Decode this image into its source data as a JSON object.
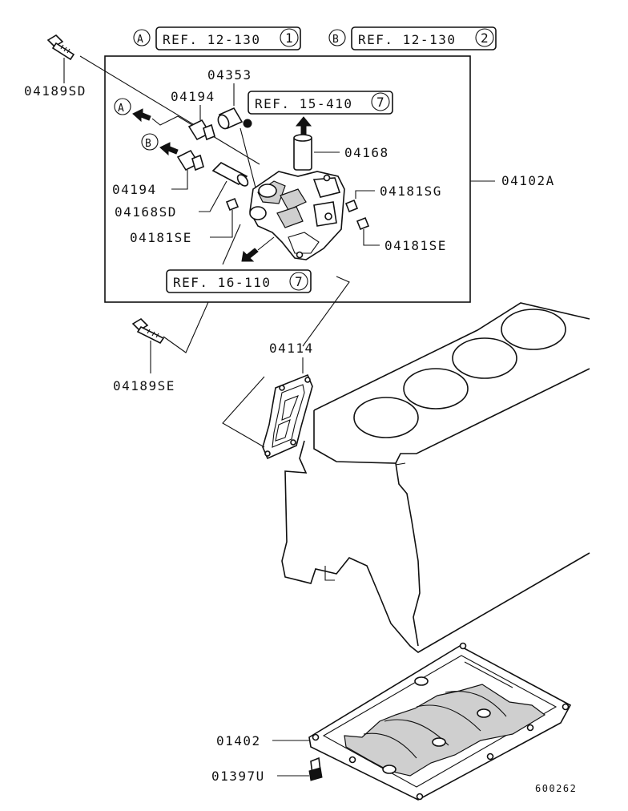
{
  "refs": {
    "top_a": {
      "letter": "A",
      "text": "REF. 12-130",
      "num": "1"
    },
    "top_b": {
      "letter": "B",
      "text": "REF. 12-130",
      "num": "2"
    },
    "inner": {
      "text": "REF. 15-410",
      "num": "7"
    },
    "bottom": {
      "text": "REF. 16-110",
      "num": "7"
    }
  },
  "arrow_labels": {
    "a": "A",
    "b": "B"
  },
  "parts": {
    "p04189SD": "04189SD",
    "p04353": "04353",
    "p04194_upper": "04194",
    "p04194_lower": "04194",
    "p04168": "04168",
    "p04102A": "04102A",
    "p04168SD": "04168SD",
    "p04181SG": "04181SG",
    "p04181SE_left": "04181SE",
    "p04181SE_right": "04181SE",
    "p04189SE": "04189SE",
    "p04114": "04114",
    "p01402": "01402",
    "p01397U": "01397U"
  },
  "figure_code": "600262"
}
